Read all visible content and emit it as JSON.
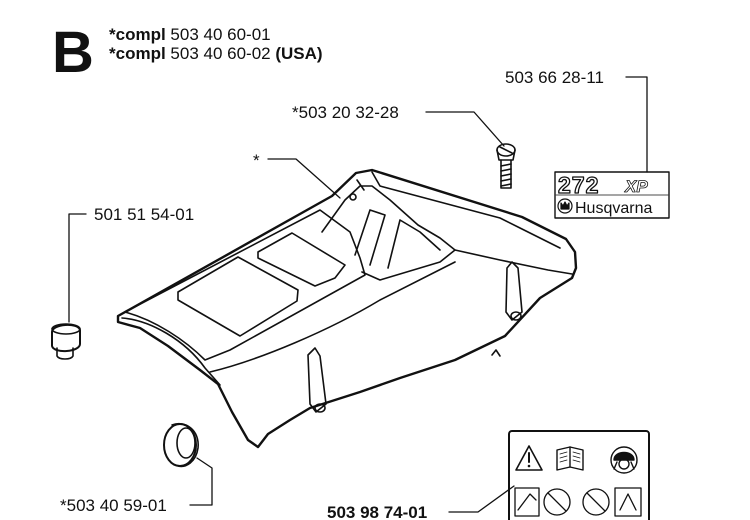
{
  "section": {
    "letter": "B"
  },
  "header": {
    "line1_prefix": "*compl",
    "line1_number": "503 40 60-01",
    "line2_prefix": "*compl",
    "line2_number": "503 40 60-02",
    "line2_suffix": "(USA)"
  },
  "parts": {
    "decal_model": "503 66 28-11",
    "screw": "*503 20 32-28",
    "cover": "*",
    "plug": "501 51 54-01",
    "grommet": "*503 40 59-01",
    "warning_decal": "503 98 74-01"
  },
  "decal": {
    "model": "272",
    "model_suffix": "XP",
    "brand": "Husqvarna"
  }
}
